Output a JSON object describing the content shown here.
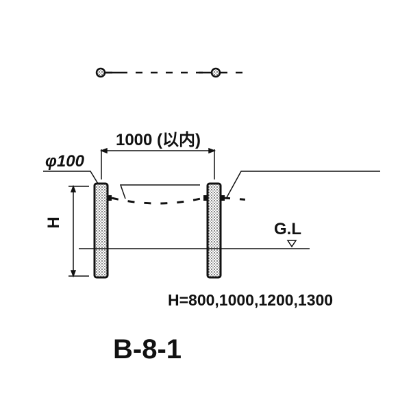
{
  "labels": {
    "span": "1000 (以内)",
    "diameter": "φ100",
    "height": "H",
    "ground_level": "G.L",
    "heights": "H=800,1000,1200,1300",
    "model": "B-8-1"
  },
  "colors": {
    "ink": "#111111",
    "post_fill": "#bdbdbd"
  }
}
